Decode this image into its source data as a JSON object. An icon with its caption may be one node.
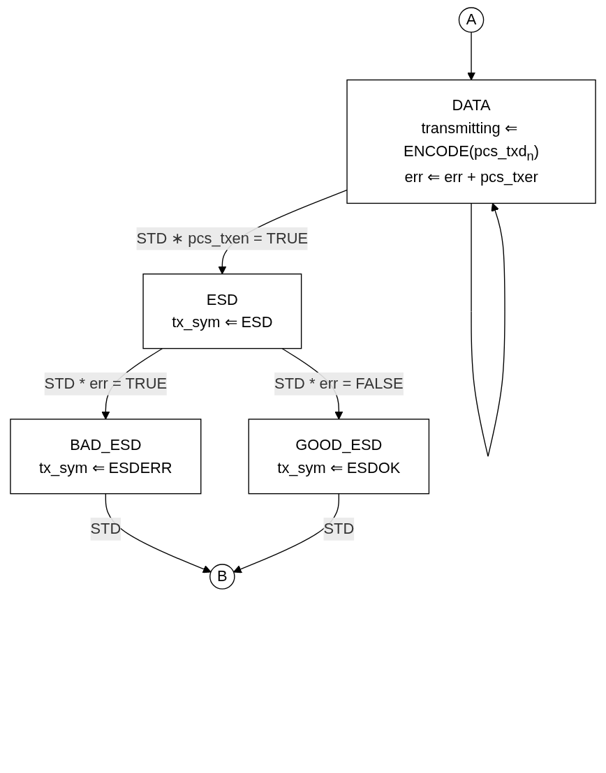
{
  "diagram": {
    "nodes": [
      {
        "text": [
          "A"
        ]
      },
      {
        "text": [
          "DATA",
          "transmitting ⇐ ENCODE(pcs_txd$_{n}$)",
          "err ⇐ err + pcs_txer"
        ]
      },
      {
        "text": [
          "ESD",
          "tx_sym ⇐ ESD"
        ]
      },
      {
        "text": [
          "BAD_ESD",
          "tx_sym ⇐ ESDERR"
        ]
      },
      {
        "text": [
          "GOOD_ESD",
          "tx_sym ⇐ ESDOK"
        ]
      },
      {
        "text": [
          "B"
        ]
      }
    ],
    "edges": [
      {
        "from": 0,
        "to": 1,
        "arrow": "to"
      },
      {
        "from": 1,
        "to": 1,
        "arrow": "to"
      },
      {
        "from": 1,
        "to": 2,
        "arrow": "to",
        "label": "STD ∗ pcs_txen = TRUE"
      },
      {
        "from": 2,
        "to": 3,
        "arrow": "to",
        "label": "STD * err = TRUE"
      },
      {
        "from": 2,
        "to": 4,
        "arrow": "to",
        "label": "STD * err = FALSE"
      },
      {
        "from": 3,
        "to": 5,
        "arrow": "to",
        "label": "STD"
      },
      {
        "from": 4,
        "to": 5,
        "arrow": "to",
        "label": "STD"
      }
    ]
  }
}
